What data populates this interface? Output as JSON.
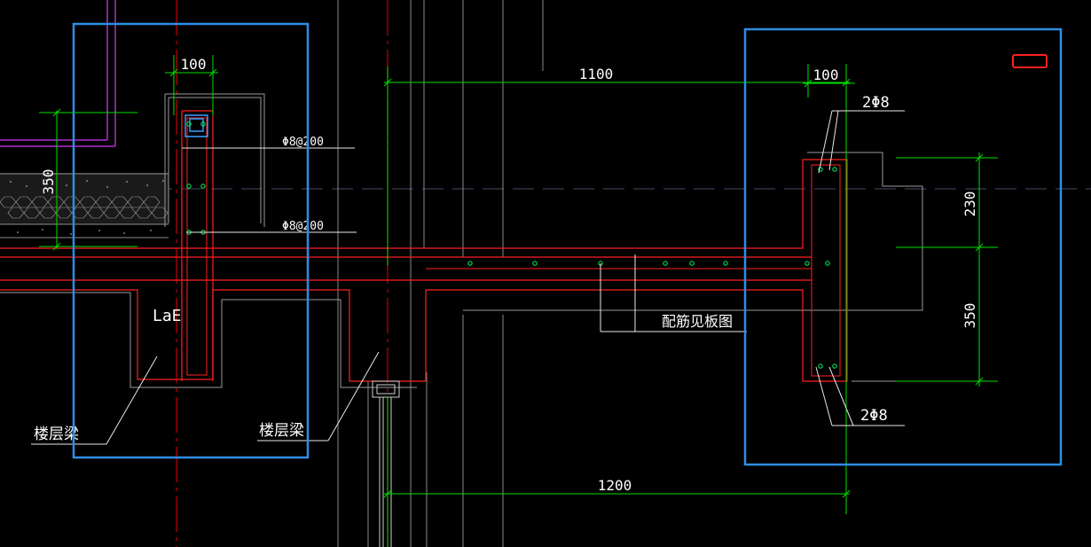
{
  "colors": {
    "background": "#000000",
    "concrete_outline": "#ff2020",
    "rebar": "#ff2020",
    "dimension": "#00e000",
    "annotation": "#ffffff",
    "gridline": "#8a8a8a",
    "axis": "#c00000",
    "wall_purple": "#b030d0",
    "rebar_dots": "#00ff60",
    "stirrup_blue": "#3aa0ff",
    "selection_box": "#2f8de4",
    "marker": "#ff2020"
  },
  "dimensions": {
    "left_beam_width": "100",
    "left_slab_thickness": "350",
    "opening_width": "1100",
    "right_beam_width": "100",
    "right_upper_height": "230",
    "right_lower_height": "350",
    "overall_span": "1200"
  },
  "rebar_labels": {
    "left_top_stirrup": "Φ8@200",
    "left_bottom_stirrup": "Φ8@200",
    "right_top_bars": "2Φ8",
    "right_bottom_bars": "2Φ8",
    "slab_reinforcement_note": "配筋见板图"
  },
  "annotations": {
    "anchorage_length": "LaE",
    "floor_beam_left": "楼层梁",
    "floor_beam_middle": "楼层梁"
  },
  "selections": [
    {
      "name": "left-selection"
    },
    {
      "name": "right-selection"
    }
  ]
}
